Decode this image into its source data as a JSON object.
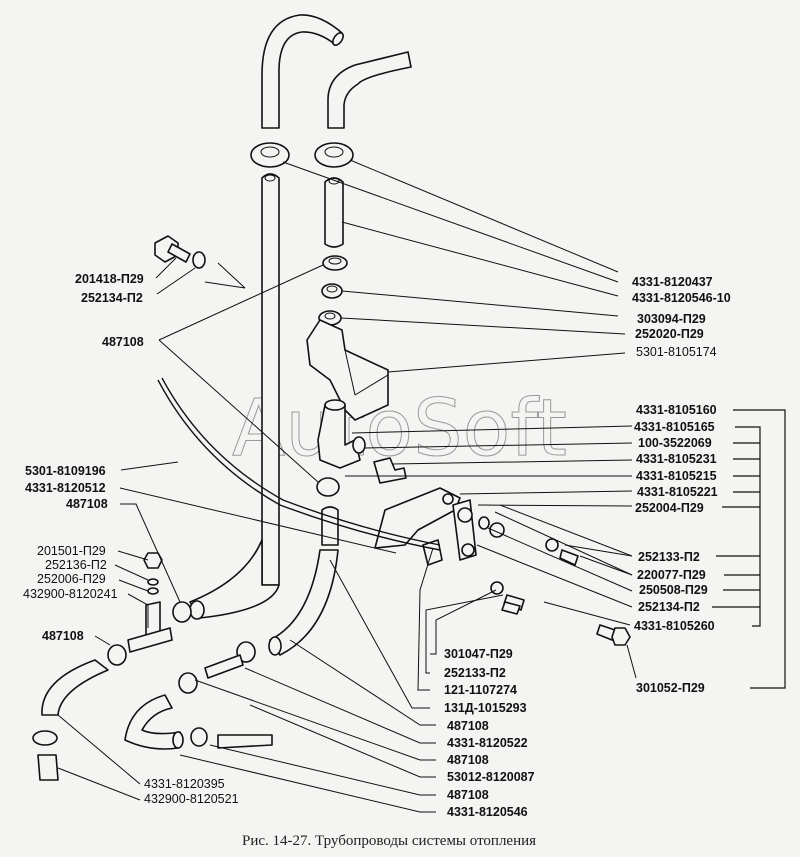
{
  "figure": {
    "caption": "Рис. 14-27. Трубопроводы системы отопления",
    "watermark": "AutoSoft"
  },
  "labels": {
    "right_top": [
      {
        "id": "r1",
        "text": "4331-8120437"
      },
      {
        "id": "r2",
        "text": "4331-8120546-10"
      },
      {
        "id": "r3",
        "text": "303094-П29"
      },
      {
        "id": "r4",
        "text": "252020-П29"
      },
      {
        "id": "r5",
        "text": "5301-8105174"
      }
    ],
    "right_group": [
      {
        "id": "g1",
        "text": "4331-8105160"
      },
      {
        "id": "g2",
        "text": "4331-8105165"
      },
      {
        "id": "g3",
        "text": "100-3522069"
      },
      {
        "id": "g4",
        "text": "4331-8105231"
      },
      {
        "id": "g5",
        "text": "4331-8105215"
      },
      {
        "id": "g6",
        "text": "4331-8105221"
      },
      {
        "id": "g7",
        "text": "252004-П29"
      },
      {
        "id": "g8",
        "text": "252133-П2"
      },
      {
        "id": "g9",
        "text": "220077-П29"
      },
      {
        "id": "g10",
        "text": "250508-П29"
      },
      {
        "id": "g11",
        "text": "252134-П2"
      },
      {
        "id": "g12",
        "text": "4331-8105260"
      },
      {
        "id": "g13",
        "text": "301052-П29"
      }
    ],
    "left": [
      {
        "id": "l1",
        "text": "201418-П29"
      },
      {
        "id": "l2",
        "text": "252134-П2"
      },
      {
        "id": "l3",
        "text": "487108"
      },
      {
        "id": "l4",
        "text": "5301-8109196"
      },
      {
        "id": "l5",
        "text": "4331-8120512"
      },
      {
        "id": "l6",
        "text": "487108"
      },
      {
        "id": "l7",
        "text": "201501-П29"
      },
      {
        "id": "l8",
        "text": "252136-П2"
      },
      {
        "id": "l9",
        "text": "252006-П29"
      },
      {
        "id": "l10",
        "text": "432900-8120241"
      },
      {
        "id": "l11",
        "text": "487108"
      }
    ],
    "bottom_center": [
      {
        "id": "b1",
        "text": "301047-П29"
      },
      {
        "id": "b2",
        "text": "252133-П2"
      },
      {
        "id": "b3",
        "text": "121-1107274"
      },
      {
        "id": "b4",
        "text": "131Д-1015293"
      },
      {
        "id": "b5",
        "text": "487108"
      },
      {
        "id": "b6",
        "text": "4331-8120522"
      },
      {
        "id": "b7",
        "text": "487108"
      },
      {
        "id": "b8",
        "text": "53012-8120087"
      },
      {
        "id": "b9",
        "text": "487108"
      },
      {
        "id": "b10",
        "text": "4331-8120546"
      }
    ],
    "bottom_left": [
      {
        "id": "bl1",
        "text": "4331-8120395"
      },
      {
        "id": "bl2",
        "text": "432900-8120521"
      }
    ]
  }
}
